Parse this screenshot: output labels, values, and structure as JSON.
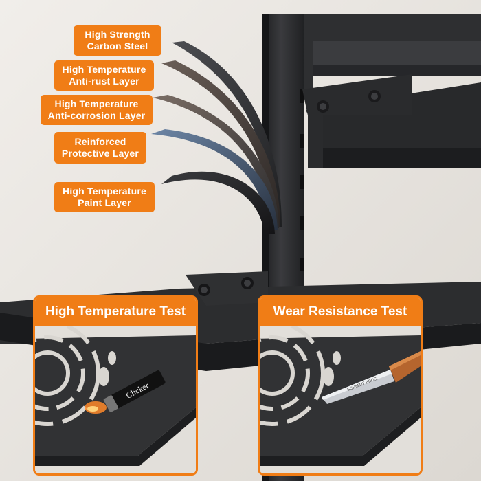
{
  "layer_labels": [
    {
      "line1": "High Strength",
      "line2": "Carbon Steel"
    },
    {
      "line1": "High Temperature",
      "line2": "Anti-rust Layer"
    },
    {
      "line1": "High Temperature",
      "line2": "Anti-corrosion Layer"
    },
    {
      "line1": "Reinforced",
      "line2": "Protective Layer"
    },
    {
      "line1": "High Temperature",
      "line2": "Paint Layer"
    }
  ],
  "tests": [
    {
      "title": "High Temperature Test",
      "tool_text": "Clicker"
    },
    {
      "title": "Wear Resistance Test",
      "tool_text": "SCHMIDT BROS."
    }
  ],
  "colors": {
    "accent": "#f07d16",
    "steel": "#2b2c2e",
    "background": "#e9e6e1"
  }
}
